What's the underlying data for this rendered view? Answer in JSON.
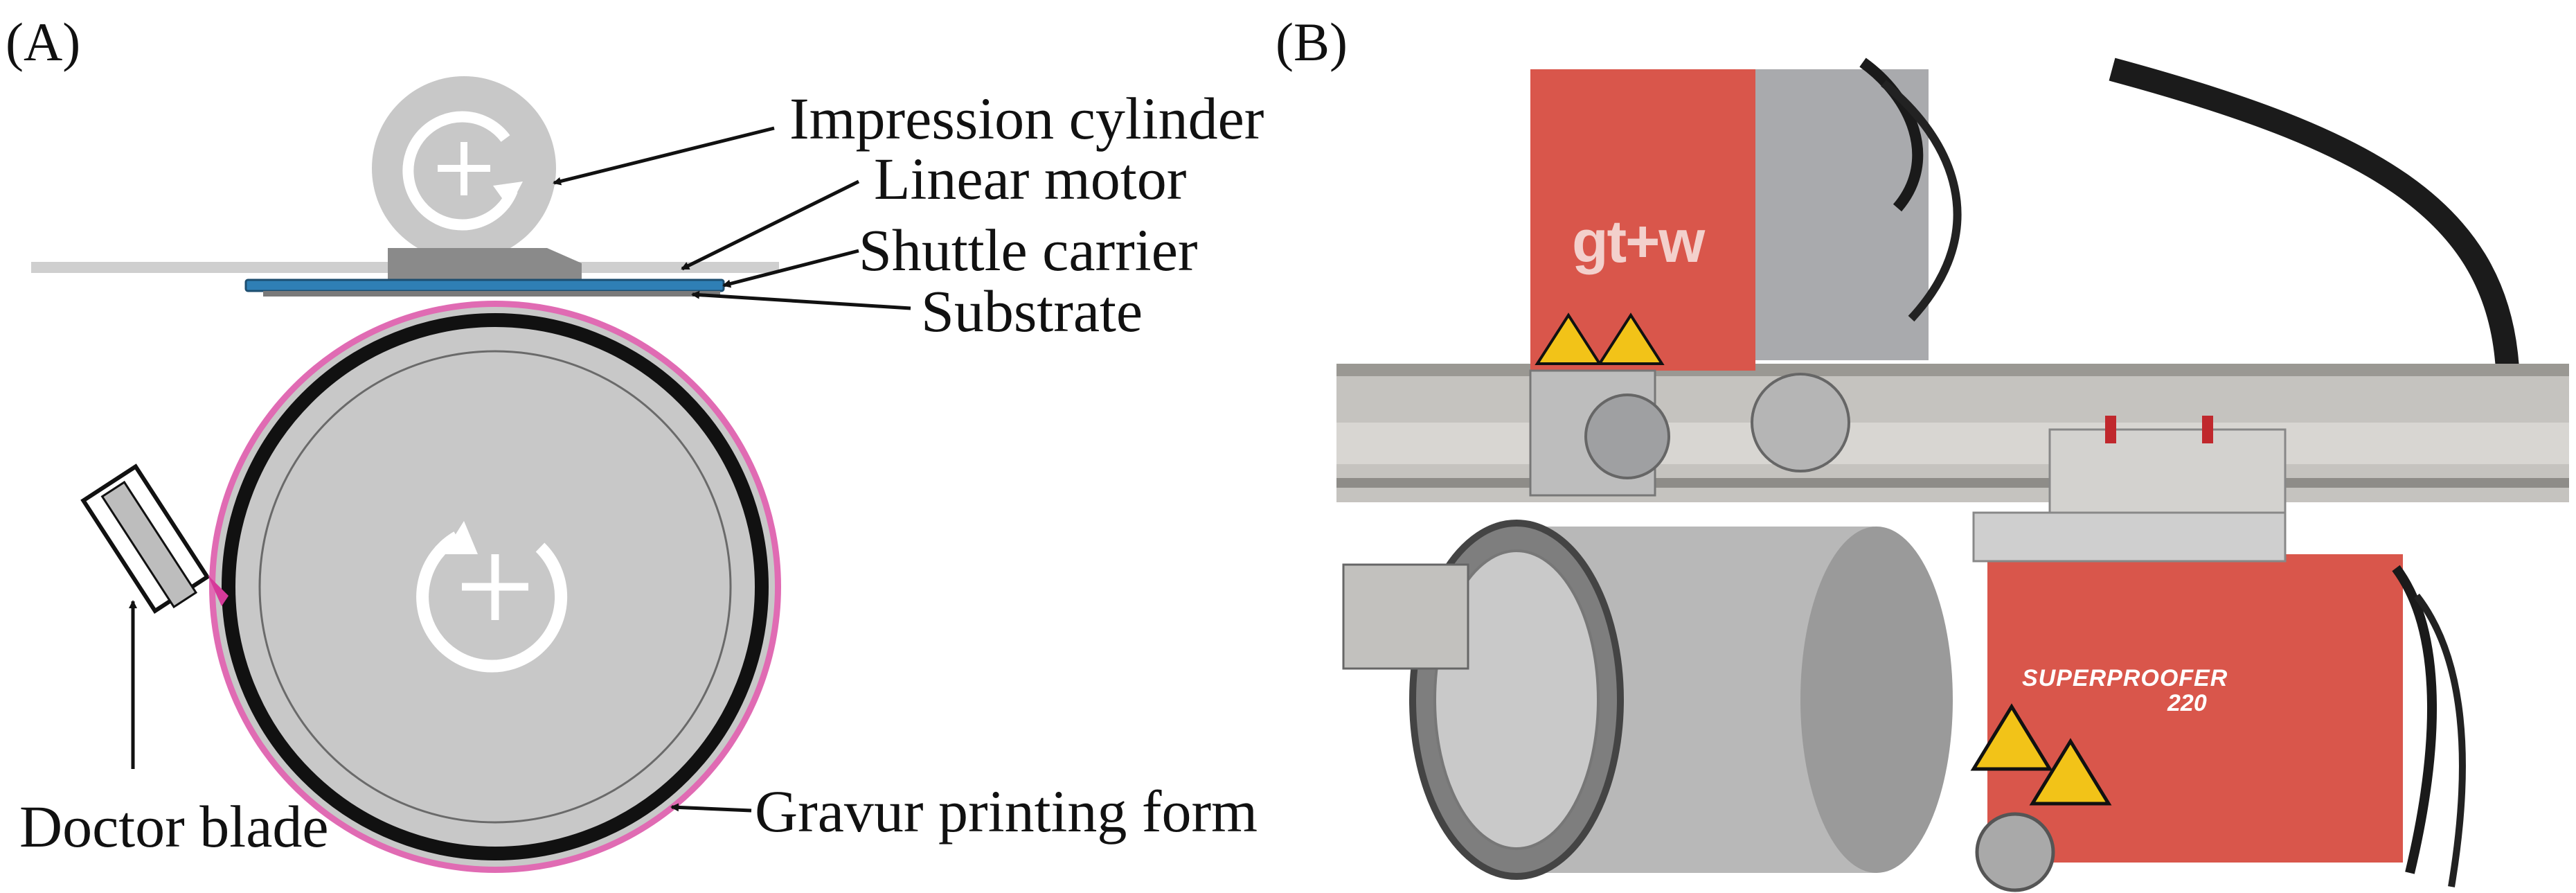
{
  "panels": {
    "a_label": "(A)",
    "b_label": "(B)"
  },
  "schematic": {
    "labels": {
      "impression_cylinder": "Impression cylinder",
      "linear_motor": "Linear motor",
      "shuttle_carrier": "Shuttle carrier",
      "substrate": "Substrate",
      "doctor_blade": "Doctor blade",
      "gravure_form": "Gravur printing form"
    },
    "colors": {
      "cylinder_gray": "#c8c8c8",
      "form_black": "#111111",
      "ink_magenta": "#d63a9a",
      "carrier_blue": "#2f7fb5",
      "motor_gray": "#8a8a8a",
      "rail_gray": "#cfcfcf"
    }
  },
  "photo": {
    "brand_logo": "gt+w",
    "machine_name": "SUPERPROOFER",
    "machine_model": "220",
    "colors": {
      "housing_red": "#d9564b",
      "warning_yellow": "#f2c318",
      "metal": "#b9b9b9"
    }
  }
}
